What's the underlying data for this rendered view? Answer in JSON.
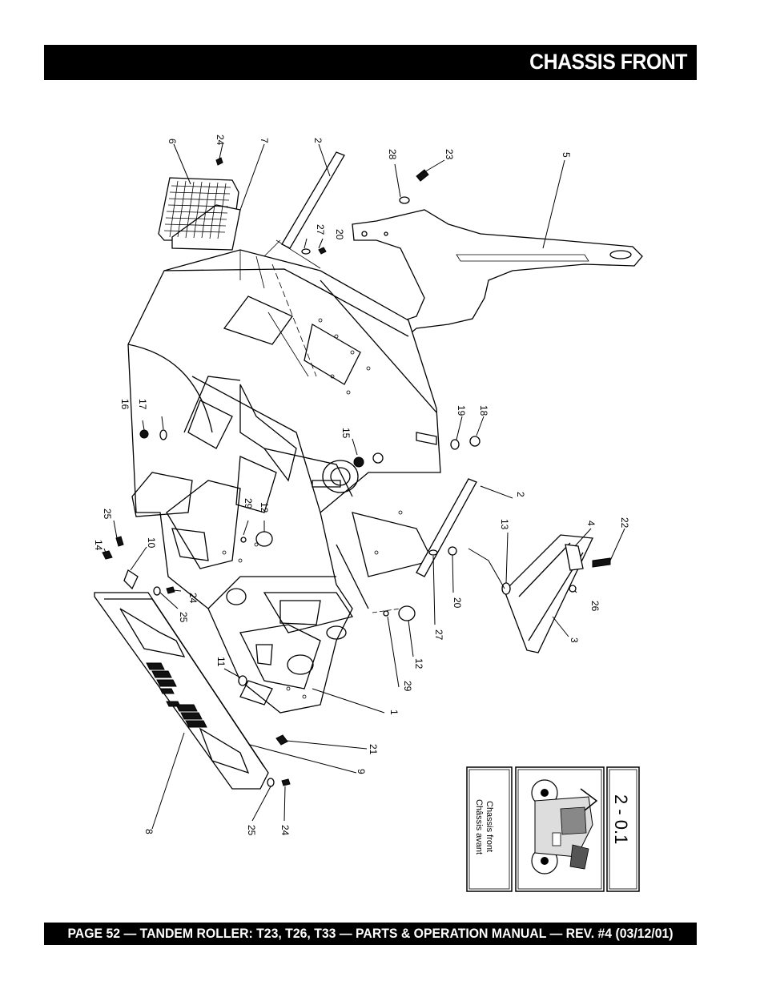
{
  "header": {
    "title": "CHASSIS FRONT"
  },
  "footer": {
    "text": "PAGE 52 — TANDEM ROLLER: T23, T26, T33 — PARTS & OPERATION MANUAL — REV. #4 (03/12/01)"
  },
  "callouts": [
    {
      "id": "c6",
      "text": "6"
    },
    {
      "id": "c24a",
      "text": "24"
    },
    {
      "id": "c7",
      "text": "7"
    },
    {
      "id": "c2a",
      "text": "2"
    },
    {
      "id": "c28",
      "text": "28"
    },
    {
      "id": "c23",
      "text": "23"
    },
    {
      "id": "c5",
      "text": "5"
    },
    {
      "id": "c27a",
      "text": "27"
    },
    {
      "id": "c20a",
      "text": "20"
    },
    {
      "id": "c16",
      "text": "16"
    },
    {
      "id": "c17",
      "text": "17"
    },
    {
      "id": "c15",
      "text": "15"
    },
    {
      "id": "c19",
      "text": "19"
    },
    {
      "id": "c18",
      "text": "18"
    },
    {
      "id": "c2b",
      "text": "2"
    },
    {
      "id": "c25a",
      "text": "25"
    },
    {
      "id": "c14",
      "text": "14"
    },
    {
      "id": "c10",
      "text": "10"
    },
    {
      "id": "c29a",
      "text": "29"
    },
    {
      "id": "c12a",
      "text": "12"
    },
    {
      "id": "c13",
      "text": "13"
    },
    {
      "id": "c4",
      "text": "4"
    },
    {
      "id": "c22",
      "text": "22"
    },
    {
      "id": "c24b",
      "text": "24"
    },
    {
      "id": "c25b",
      "text": "25"
    },
    {
      "id": "c20b",
      "text": "20"
    },
    {
      "id": "c26",
      "text": "26"
    },
    {
      "id": "c27b",
      "text": "27"
    },
    {
      "id": "c3",
      "text": "3"
    },
    {
      "id": "c12b",
      "text": "12"
    },
    {
      "id": "c11",
      "text": "11"
    },
    {
      "id": "c29b",
      "text": "29"
    },
    {
      "id": "c1",
      "text": "1"
    },
    {
      "id": "c21",
      "text": "21"
    },
    {
      "id": "c9",
      "text": "9"
    },
    {
      "id": "c8",
      "text": "8"
    },
    {
      "id": "c25c",
      "text": "25"
    },
    {
      "id": "c24c",
      "text": "24"
    }
  ],
  "inset": {
    "code": "2 - 0.1",
    "label_en": "Chassis front",
    "label_fr": "Châssis avant"
  }
}
